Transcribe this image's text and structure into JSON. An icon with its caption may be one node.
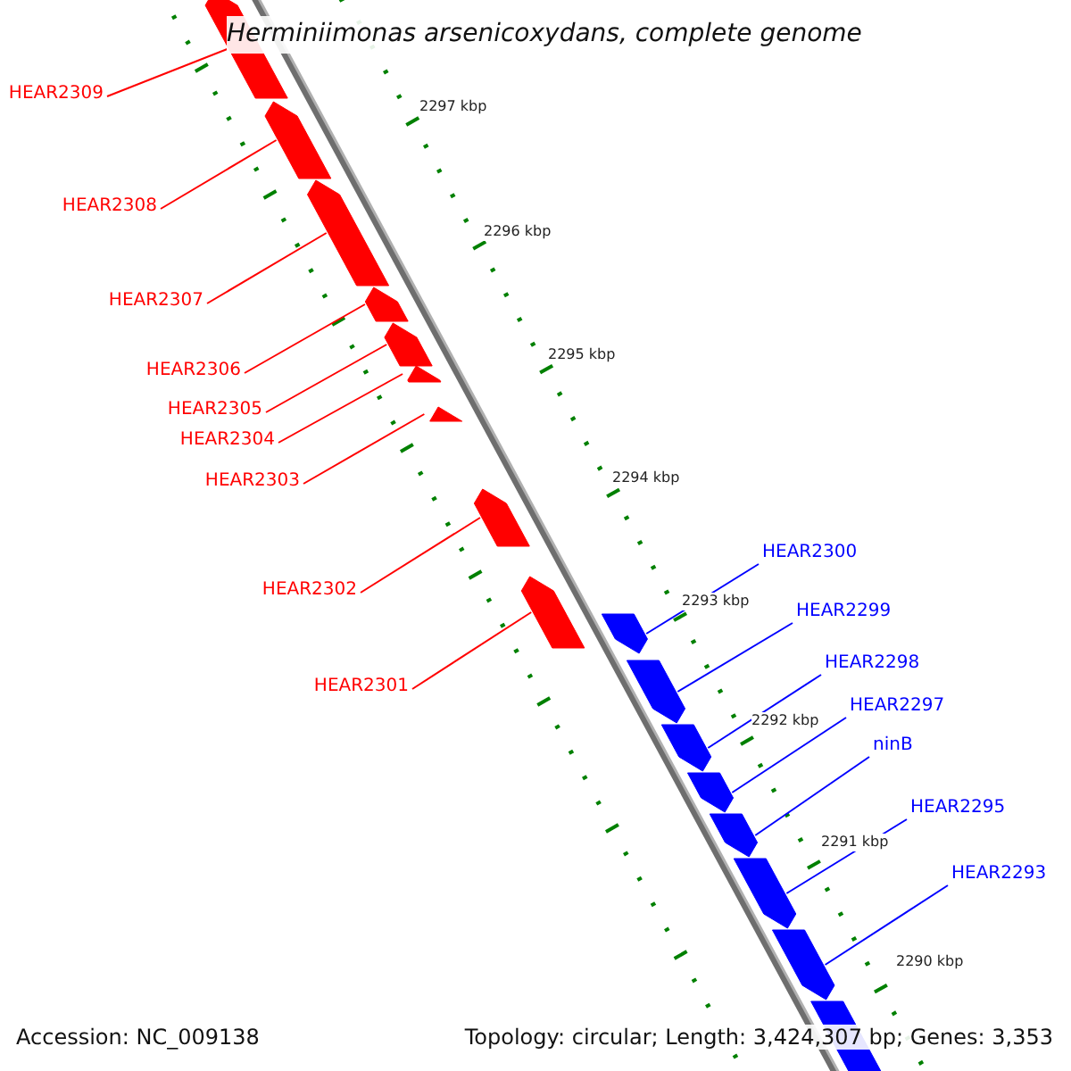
{
  "diagram": {
    "title": "Herminiimonas arsenicoxydans, complete genome",
    "nodes": [
      {
        "text": [
          "HEAR2309"
        ]
      },
      {
        "text": [
          "HEAR2308"
        ]
      },
      {
        "text": [
          "HEAR2307"
        ]
      },
      {
        "text": [
          "HEAR2306"
        ]
      },
      {
        "text": [
          "HEAR2305"
        ]
      },
      {
        "text": [
          "HEAR2304"
        ]
      },
      {
        "text": [
          "HEAR2303"
        ]
      },
      {
        "text": [
          "HEAR2302"
        ]
      },
      {
        "text": [
          "HEAR2301"
        ]
      },
      {
        "text": [],
        "shape": "pentagon"
      },
      {
        "text": [],
        "shape": "pentagon"
      },
      {
        "text": [],
        "shape": "pentagon"
      },
      {
        "text": [],
        "shape": "pentagon"
      },
      {
        "text": [],
        "shape": "pentagon"
      },
      {
        "text": [],
        "shape": "pentagon"
      },
      {
        "text": [],
        "shape": "pentagon"
      },
      {
        "text": [],
        "shape": "pentagon"
      },
      {
        "text": [],
        "shape": "pentagon"
      },
      {
        "text": [
          "HEAR2300"
        ]
      },
      {
        "text": [
          "HEAR2299"
        ]
      },
      {
        "text": [
          "HEAR2298"
        ]
      },
      {
        "text": [
          "HEAR2297"
        ]
      },
      {
        "text": [
          "ninB"
        ]
      },
      {
        "text": [
          "HEAR2295"
        ]
      },
      {
        "text": [
          "HEAR2293"
        ]
      },
      {
        "text": [],
        "shape": "pentagon"
      },
      {
        "text": [],
        "shape": "pentagon"
      },
      {
        "text": [],
        "shape": "pentagon"
      },
      {
        "text": [],
        "shape": "pentagon"
      },
      {
        "text": [],
        "shape": "pentagon"
      },
      {
        "text": [],
        "shape": "pentagon"
      },
      {
        "text": [],
        "shape": "pentagon"
      },
      {
        "text": [],
        "shape": "pentagon"
      }
    ],
    "edges": [
      {
        "from": 0,
        "to": 9,
        "arrow": "none"
      },
      {
        "from": 1,
        "to": 10,
        "arrow": "none"
      },
      {
        "from": 2,
        "to": 11,
        "arrow": "none"
      },
      {
        "from": 3,
        "to": 12,
        "arrow": "none"
      },
      {
        "from": 4,
        "to": 13,
        "arrow": "none"
      },
      {
        "from": 5,
        "to": 14,
        "arrow": "none"
      },
      {
        "from": 6,
        "to": 15,
        "arrow": "none"
      },
      {
        "from": 7,
        "to": 16,
        "arrow": "none"
      },
      {
        "from": 8,
        "to": 17,
        "arrow": "none"
      },
      {
        "from": 18,
        "to": 25,
        "arrow": "none",
        "color": "#0000ff"
      },
      {
        "from": 19,
        "to": 26,
        "arrow": "none",
        "color": "#0000ff"
      },
      {
        "from": 20,
        "to": 27,
        "arrow": "none",
        "color": "#0000ff"
      },
      {
        "from": 21,
        "to": 28,
        "arrow": "none",
        "color": "#0000ff"
      },
      {
        "from": 22,
        "to": 29,
        "arrow": "none",
        "color": "#0000ff"
      },
      {
        "from": 23,
        "to": 30,
        "arrow": "none",
        "color": "#0000ff"
      },
      {
        "from": 24,
        "to": 31,
        "arrow": "none",
        "color": "#0000ff"
      }
    ],
    "labels": [
      "2297 kbp",
      "2296 kbp",
      "2295 kbp",
      "2294 kbp",
      "2293 kbp",
      "2292 kbp",
      "2291 kbp",
      "2290 kbp",
      "Accession: NC_009138",
      "Topology: circular; Length: 3,424,307 bp; Genes: 3,353"
    ]
  }
}
